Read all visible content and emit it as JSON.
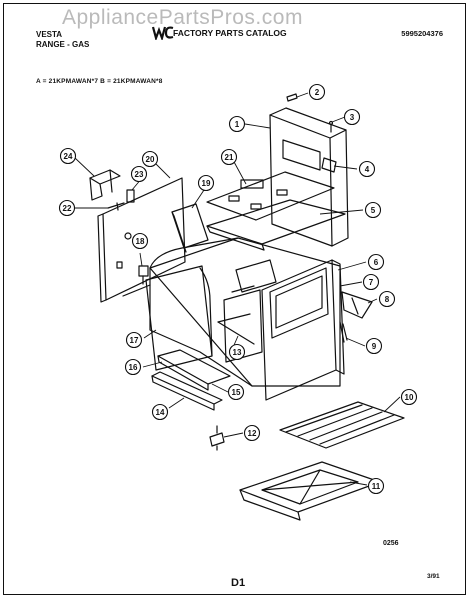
{
  "watermark": "AppliancePartsPros.com",
  "header": {
    "brand": "VESTA",
    "category": "RANGE - GAS",
    "catalog_title": "FACTORY PARTS CATALOG",
    "catalog_number": "5995204376",
    "logo_icon": "wci-logo"
  },
  "models": "A = 21KPMAWAN*7   B = 21KPMAWAN*8",
  "callouts": [
    "1",
    "2",
    "3",
    "4",
    "5",
    "6",
    "7",
    "8",
    "9",
    "10",
    "11",
    "12",
    "13",
    "14",
    "15",
    "16",
    "17",
    "18",
    "19",
    "20",
    "21",
    "22",
    "23",
    "24"
  ],
  "footer": {
    "drawing_code": "0256",
    "page_id": "D1",
    "date": "3/91"
  },
  "colors": {
    "ink": "#111111",
    "paper": "#ffffff",
    "watermark": "#8a8a8a"
  }
}
